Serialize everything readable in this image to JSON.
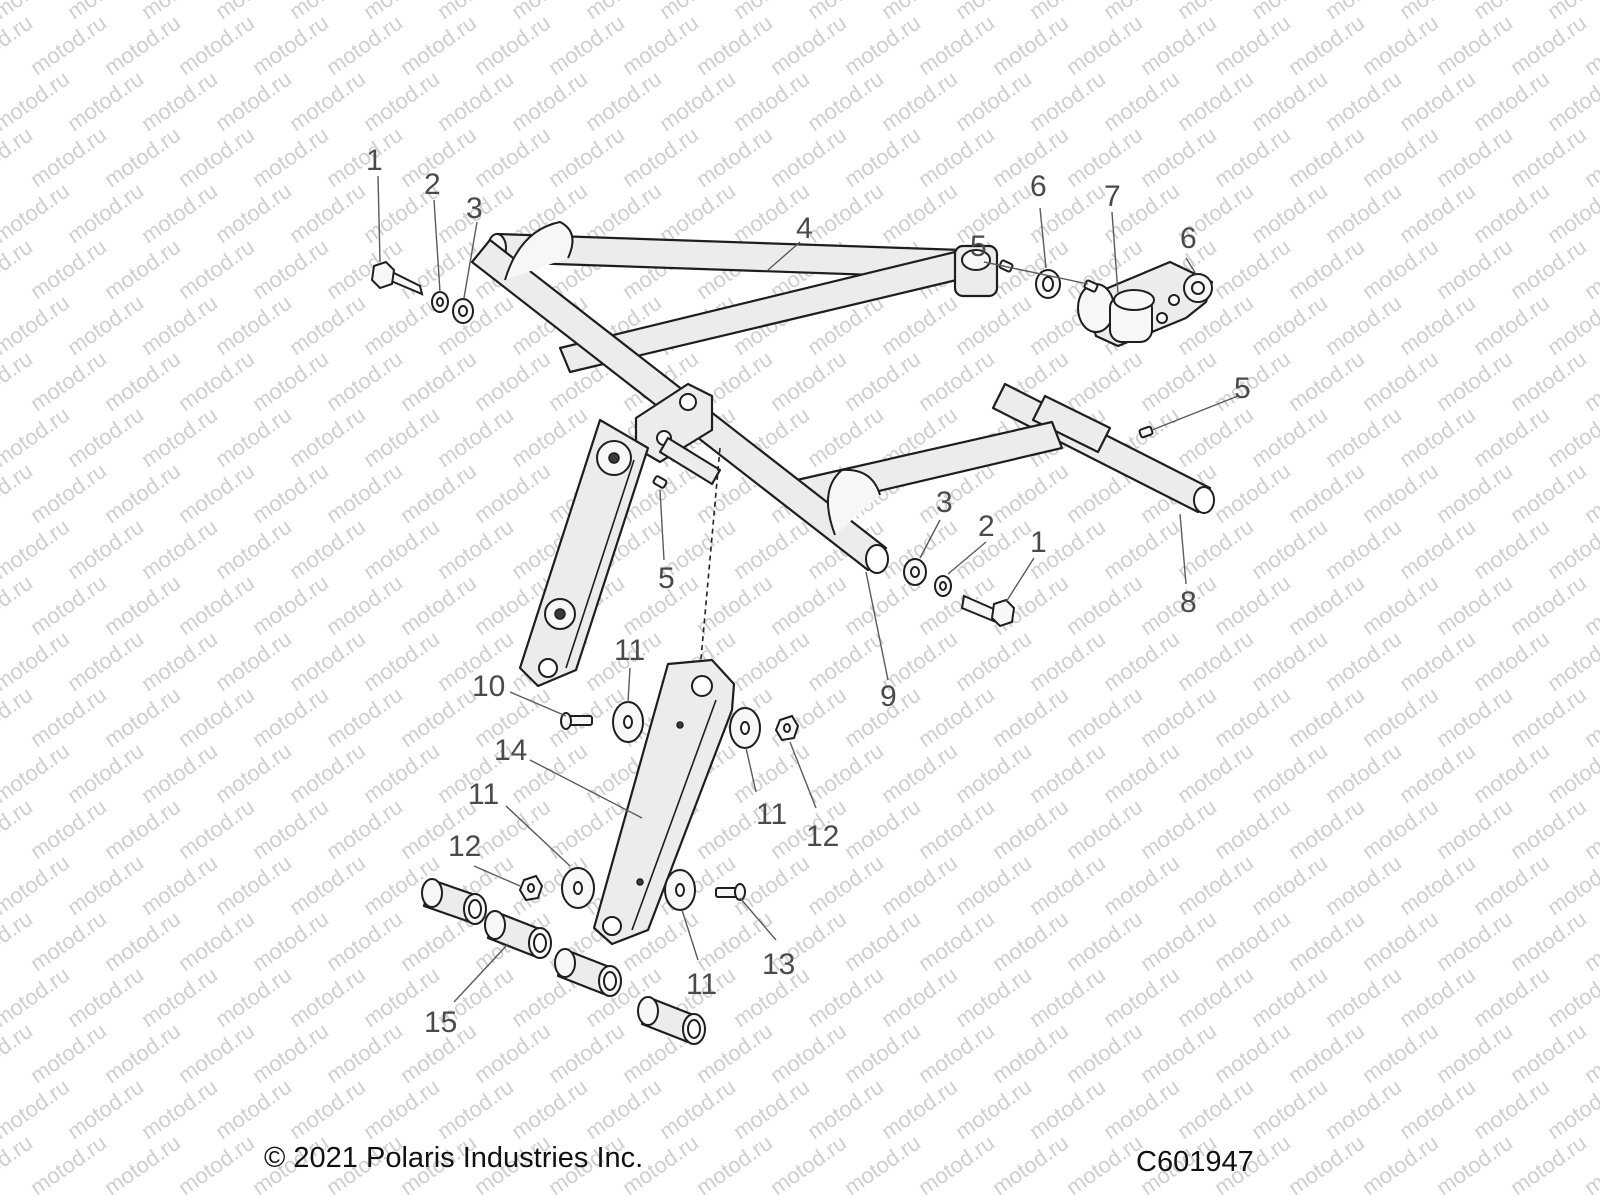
{
  "diagram": {
    "watermark_text": "motod.ru",
    "callouts": [
      {
        "id": "c1a",
        "label": "1"
      },
      {
        "id": "c2a",
        "label": "2"
      },
      {
        "id": "c3a",
        "label": "3"
      },
      {
        "id": "c4",
        "label": "4"
      },
      {
        "id": "c5a",
        "label": "5"
      },
      {
        "id": "c6a",
        "label": "6"
      },
      {
        "id": "c7",
        "label": "7"
      },
      {
        "id": "c6b",
        "label": "6"
      },
      {
        "id": "c5b",
        "label": "5"
      },
      {
        "id": "c3b",
        "label": "3"
      },
      {
        "id": "c2b",
        "label": "2"
      },
      {
        "id": "c1b",
        "label": "1"
      },
      {
        "id": "c8",
        "label": "8"
      },
      {
        "id": "c5c",
        "label": "5"
      },
      {
        "id": "c9",
        "label": "9"
      },
      {
        "id": "c10",
        "label": "10"
      },
      {
        "id": "c11a",
        "label": "11"
      },
      {
        "id": "c14",
        "label": "14"
      },
      {
        "id": "c11b",
        "label": "11"
      },
      {
        "id": "c12a",
        "label": "12"
      },
      {
        "id": "c11c",
        "label": "11"
      },
      {
        "id": "c12b",
        "label": "12"
      },
      {
        "id": "c11d",
        "label": "11"
      },
      {
        "id": "c13",
        "label": "13"
      },
      {
        "id": "c15",
        "label": "15"
      }
    ]
  },
  "footer": {
    "copyright": "© 2021 Polaris Industries Inc.",
    "drawing_code": "C601947"
  }
}
